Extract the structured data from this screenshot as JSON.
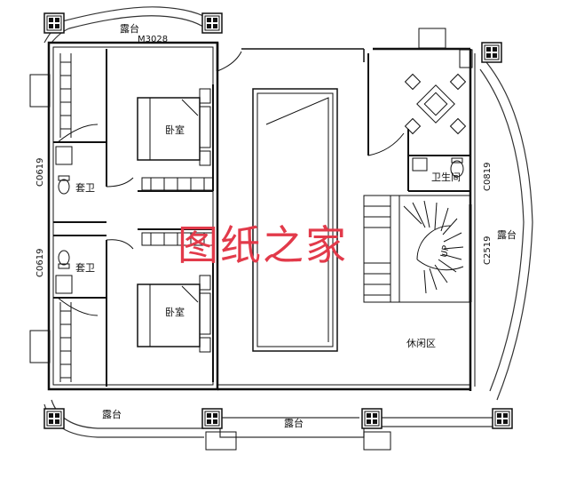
{
  "plan": {
    "rooms": {
      "terrace_top": "露台",
      "terrace_right": "露台",
      "terrace_bottom_left": "露台",
      "terrace_bottom_mid": "露台",
      "bedroom_upper": "卧室",
      "bedroom_lower": "卧室",
      "ensuite_upper": "套卫",
      "ensuite_lower": "套卫",
      "washroom": "卫生间",
      "lounge": "休闲区"
    },
    "codes": {
      "door_top": "M3028",
      "window_left_upper": "C0619",
      "window_left_lower": "C0619",
      "window_right_upper": "C0819",
      "window_right_mid": "C2519",
      "stair_text": "UP"
    },
    "watermark": "图纸之家"
  },
  "colors": {
    "wall": "#111111",
    "line": "#333333",
    "watermark": "#e23a4a"
  }
}
